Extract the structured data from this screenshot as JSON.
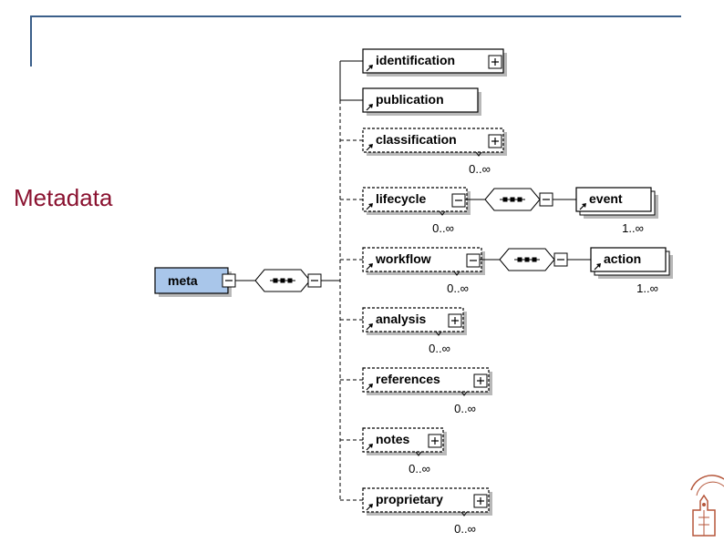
{
  "slide": {
    "title": "Metadata"
  },
  "diagram": {
    "root": {
      "label": "meta"
    },
    "elements": [
      {
        "id": "identification",
        "label": "identification",
        "optional": false,
        "expand": true,
        "cardinality": ""
      },
      {
        "id": "publication",
        "label": "publication",
        "optional": false,
        "expand": false,
        "cardinality": ""
      },
      {
        "id": "classification",
        "label": "classification",
        "optional": true,
        "expand": true,
        "cardinality": "0..∞"
      },
      {
        "id": "lifecycle",
        "label": "lifecycle",
        "optional": true,
        "expand": true,
        "cardinality": "0..∞",
        "child": {
          "label": "event",
          "cardinality": "1..∞"
        }
      },
      {
        "id": "workflow",
        "label": "workflow",
        "optional": true,
        "expand": true,
        "cardinality": "0..∞",
        "child": {
          "label": "action",
          "cardinality": "1..∞"
        }
      },
      {
        "id": "analysis",
        "label": "analysis",
        "optional": true,
        "expand": true,
        "cardinality": "0..∞"
      },
      {
        "id": "references",
        "label": "references",
        "optional": true,
        "expand": true,
        "cardinality": "0..∞"
      },
      {
        "id": "notes",
        "label": "notes",
        "optional": true,
        "expand": true,
        "cardinality": "0..∞"
      },
      {
        "id": "proprietary",
        "label": "proprietary",
        "optional": true,
        "expand": true,
        "cardinality": "0..∞"
      }
    ]
  },
  "colors": {
    "title": "#8a1230",
    "frame": "#3b5f8a",
    "meta_fill": "#a9c6ea",
    "shadow": "#b8b8b8"
  }
}
